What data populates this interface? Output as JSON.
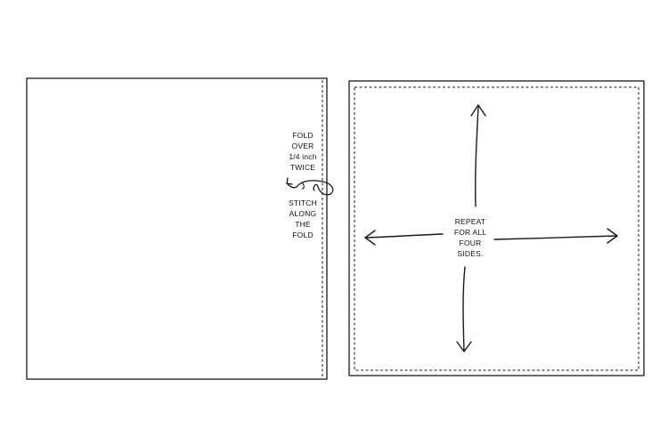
{
  "left_panel": {
    "fold_instruction": [
      "FOLD",
      "OVER",
      "1/4 inch",
      "TWICE"
    ],
    "stitch_instruction": [
      "STITCH",
      "ALONG",
      "THE",
      "FOLD"
    ]
  },
  "right_panel": {
    "repeat_instruction": [
      "REPEAT",
      "FOR ALL",
      "FOUR",
      "SIDES."
    ]
  },
  "colors": {
    "stroke": "#1a1a1a",
    "background": "#ffffff"
  }
}
